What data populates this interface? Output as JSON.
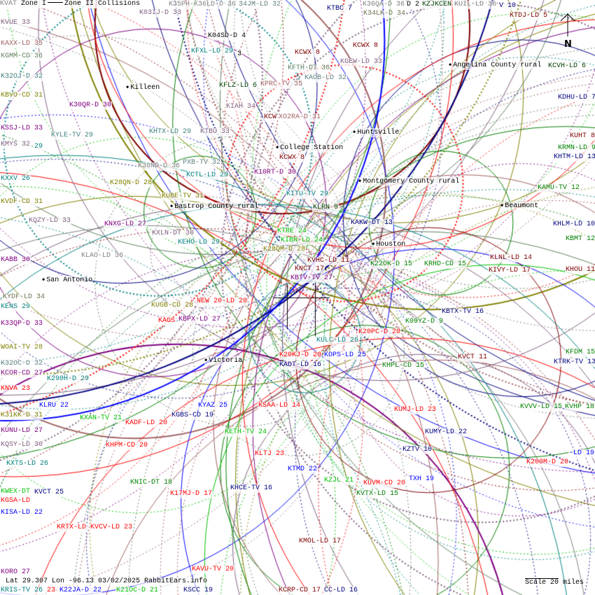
{
  "legend": {
    "first": "KVAT",
    "zone1": "Zone I",
    "zone2": "Zone II Collisions"
  },
  "footer": {
    "coords": "Lat 29.307 Lon -96.13 03/02/2025 RabbitEars.info",
    "scale": "Scale 20 miles"
  },
  "north_label": "N",
  "colors": {
    "brown": "#800000",
    "red": "#ff0000",
    "green": "#008000",
    "lime": "#00c000",
    "navy": "#000080",
    "blue": "#0000ff",
    "purple": "#800080",
    "olive": "#808000",
    "teal": "#008080",
    "gray": "#808080",
    "mauve": "#806080",
    "rose": "#a06060",
    "sage": "#608060",
    "black": "#000000"
  },
  "cities": [
    "Killeen",
    "Huntsville",
    "College Station",
    "Angelina County rural",
    "Montgomery County rural",
    "Bastrop County rural",
    "Beaumont",
    "Houston",
    "San Antonio",
    "Victoria"
  ],
  "stations": [
    {
      "text": "KVUE 33",
      "color": "#806080"
    },
    {
      "text": "KAXX-LD 35",
      "color": "#a06060"
    },
    {
      "text": "KGMM-CD 36",
      "color": "#608060"
    },
    {
      "text": "K32OJ-D 32",
      "color": "#408080"
    },
    {
      "text": "KBVO-CD 31",
      "color": "#808000"
    },
    {
      "text": "K30QR-D 30",
      "color": "#800080"
    },
    {
      "text": "KSSJ-LD 33",
      "color": "#800080"
    },
    {
      "text": "KYLE-TV 29",
      "color": "#408080"
    },
    {
      "text": "KMYS 32",
      "color": "#806080"
    },
    {
      "text": "29",
      "color": "#008080"
    },
    {
      "text": "KHTX-LD 29",
      "color": "#408080"
    },
    {
      "text": "KTBU 33",
      "color": "#806080"
    },
    {
      "text": "K36ND-D 36",
      "color": "#808080"
    },
    {
      "text": "PXB-TV 32",
      "color": "#608080"
    },
    {
      "text": "KCTL-LD 29",
      "color": "#008080"
    },
    {
      "text": "K28QN-D 28",
      "color": "#808000"
    },
    {
      "text": "KUBE-TV 31",
      "color": "#808000"
    },
    {
      "text": "KXXV 26",
      "color": "#008080"
    },
    {
      "text": "KVDF-CD 31",
      "color": "#808000"
    },
    {
      "text": "KQZY-LD 33",
      "color": "#806080"
    },
    {
      "text": "KNXG-LD 27",
      "color": "#800080"
    },
    {
      "text": "KXLN-DT 30",
      "color": "#806080"
    },
    {
      "text": "KEHO-LD 29",
      "color": "#008080"
    },
    {
      "text": "KLAO-LD 36",
      "color": "#808080"
    },
    {
      "text": "KABB 30",
      "color": "#800080"
    },
    {
      "text": "KYDF-LD 34",
      "color": "#707050"
    },
    {
      "text": "KENS 29",
      "color": "#008080"
    },
    {
      "text": "K33QP-D 33",
      "color": "#800080"
    },
    {
      "text": "KUGB-CD 28",
      "color": "#808000"
    },
    {
      "text": "NEW 20-LD 20",
      "color": "#ff0000"
    },
    {
      "text": "KAGS",
      "color": "#ff0000"
    },
    {
      "text": "KBPX-LD 27",
      "color": "#800080"
    },
    {
      "text": "WOAI-TV 28",
      "color": "#808000"
    },
    {
      "text": "K32OC-D 32",
      "color": "#608080"
    },
    {
      "text": "KCOR-CD 27",
      "color": "#800080"
    },
    {
      "text": "K290H-D 29",
      "color": "#008080"
    },
    {
      "text": "KNVA 23",
      "color": "#ff0000"
    },
    {
      "text": "KLRU 22",
      "color": "#0000ff"
    },
    {
      "text": "K31KK-D 31",
      "color": "#808000"
    },
    {
      "text": "KXAN-TV 21",
      "color": "#00c000"
    },
    {
      "text": "KADF-LD 20",
      "color": "#ff0000"
    },
    {
      "text": "KGBS-CD 19",
      "color": "#000080"
    },
    {
      "text": "KYAZ 25",
      "color": "#0000ff"
    },
    {
      "text": "KUNU-LD 27",
      "color": "#800080"
    },
    {
      "text": "KQSY-LD 30",
      "color": "#806080"
    },
    {
      "text": "KHPM-CD 20",
      "color": "#ff0000"
    },
    {
      "text": "KXTS-LD 26",
      "color": "#008080"
    },
    {
      "text": "KETH-TV 24",
      "color": "#00c000"
    },
    {
      "text": "KSAA-LD 14",
      "color": "#ff0000"
    },
    {
      "text": "KLTJ 23",
      "color": "#ff0000"
    },
    {
      "text": "KNIC-DT 18",
      "color": "#008000"
    },
    {
      "text": "KWEX-DT",
      "color": "#00c000"
    },
    {
      "text": "KGSA-LD",
      "color": "#ff0000"
    },
    {
      "text": "KVCT 25",
      "color": "#000080"
    },
    {
      "text": "K17MJ-D 17",
      "color": "#ff0000"
    },
    {
      "text": "KHCE-TV 16",
      "color": "#000080"
    },
    {
      "text": "KTMD 22",
      "color": "#0000ff"
    },
    {
      "text": "KZJL 21",
      "color": "#00c000"
    },
    {
      "text": "KUVM-CD 20",
      "color": "#ff0000"
    },
    {
      "text": "TXH 19",
      "color": "#0000ff"
    },
    {
      "text": "KVTX-LD 15",
      "color": "#008000"
    },
    {
      "text": "KISA-LD 22",
      "color": "#0000ff"
    },
    {
      "text": "KRTX-LD",
      "color": "#ff0000"
    },
    {
      "text": "KVCV-LD 23",
      "color": "#ff0000"
    },
    {
      "text": "KMOL-LD 17",
      "color": "#800000"
    },
    {
      "text": "KAVU-TV 20",
      "color": "#ff0000"
    },
    {
      "text": "KORO 27",
      "color": "#800080"
    },
    {
      "text": "KRIS-TV 26",
      "color": "#008080"
    },
    {
      "text": "23",
      "color": "#ff0000"
    },
    {
      "text": "K22JA-D 22",
      "color": "#0000ff"
    },
    {
      "text": "K21OC-D 21",
      "color": "#00c000"
    },
    {
      "text": "KSCC 19",
      "color": "#000080"
    },
    {
      "text": "KCRP-CD 17",
      "color": "#800000"
    },
    {
      "text": "CC-LD 16",
      "color": "#000080"
    },
    {
      "text": "K03IJ-D 33",
      "color": "#806080"
    },
    {
      "text": "K35PH-K36LD-D 36",
      "color": "#808080"
    },
    {
      "text": "34JM-LD 32",
      "color": "#608080"
    },
    {
      "text": "K04SD-D 4",
      "color": "#000000"
    },
    {
      "text": "KFXL-LD 29",
      "color": "#008080"
    },
    {
      "text": "3",
      "color": "#000000"
    },
    {
      "text": "KFLZ-LD 6",
      "color": "#004000"
    },
    {
      "text": "KPRC-TV 35",
      "color": "#a06060"
    },
    {
      "text": "KIAH 34",
      "color": "#806080"
    },
    {
      "text": "KCW",
      "color": "#800000"
    },
    {
      "text": "XO2RA-D 31",
      "color": "#a06060"
    },
    {
      "text": "KCWX 8",
      "color": "#800000"
    },
    {
      "text": "K10RT-D 30",
      "color": "#800080"
    },
    {
      "text": "KITU-TV 29",
      "color": "#008080"
    },
    {
      "text": "KLRN 9",
      "color": "#004000"
    },
    {
      "text": "KTRE 24",
      "color": "#00c000"
    },
    {
      "text": "KIBN-LD 24",
      "color": "#00c000"
    },
    {
      "text": "K28QM-D 28",
      "color": "#808000"
    },
    {
      "text": "KVHC-LD 11",
      "color": "#800000"
    },
    {
      "text": "KNCT 17",
      "color": "#800000"
    },
    {
      "text": "KBTV-TV 27",
      "color": "#800080"
    },
    {
      "text": "KAKW-DT 13",
      "color": "#000080"
    },
    {
      "text": "K22OK-D 15",
      "color": "#008000"
    },
    {
      "text": "KRHD-CD 15",
      "color": "#008000"
    },
    {
      "text": "KLNL-LD 14",
      "color": "#800000"
    },
    {
      "text": "KIVY-LD 17",
      "color": "#800000"
    },
    {
      "text": "KHLM-LD 10",
      "color": "#000080"
    },
    {
      "text": "KBMT 12",
      "color": "#008000"
    },
    {
      "text": "KHOU 11",
      "color": "#800000"
    },
    {
      "text": "KBTX-TV 16",
      "color": "#000080"
    },
    {
      "text": "K09YZ-D 9",
      "color": "#008000"
    },
    {
      "text": "K20PC-D 20",
      "color": "#ff0000"
    },
    {
      "text": "KULC-LD 26",
      "color": "#008080"
    },
    {
      "text": "K20KJ-D 20",
      "color": "#ff0000"
    },
    {
      "text": "KOPS-LD 25",
      "color": "#0000ff"
    },
    {
      "text": "KADT-LD 16",
      "color": "#000080"
    },
    {
      "text": "KHPL-CD 15",
      "color": "#008000"
    },
    {
      "text": "KVCT 11",
      "color": "#800000"
    },
    {
      "text": "KFDM 15",
      "color": "#008000"
    },
    {
      "text": "KTRK-TV 13",
      "color": "#000080"
    },
    {
      "text": "KVVV-LD 15",
      "color": "#008000"
    },
    {
      "text": "KVHP 18",
      "color": "#008000"
    },
    {
      "text": "KUMJ-LD 23",
      "color": "#ff0000"
    },
    {
      "text": "KUMY-LD 22",
      "color": "#000080"
    },
    {
      "text": "KZTV 10",
      "color": "#000080"
    },
    {
      "text": "K200M-D 20",
      "color": "#ff0000"
    },
    {
      "text": "-LD 19",
      "color": "#0000ff"
    },
    {
      "text": "KTBC 7",
      "color": "#000080"
    },
    {
      "text": "K36QA-D 36",
      "color": "#808080"
    },
    {
      "text": "D 2",
      "color": "#000000"
    },
    {
      "text": "KZJKCEN",
      "color": "#004000"
    },
    {
      "text": "KUIL-LD 36",
      "color": "#808080"
    },
    {
      "text": "V 10",
      "color": "#000080"
    },
    {
      "text": "K34LK-D 34",
      "color": "#707050"
    },
    {
      "text": "KTDJ-LD 5",
      "color": "#800000"
    },
    {
      "text": "KCWX 8",
      "color": "#800000"
    },
    {
      "text": "KCWX 8",
      "color": "#800000"
    },
    {
      "text": "KFTH-DT 36",
      "color": "#608060"
    },
    {
      "text": "KGEW-LD 33",
      "color": "#806080"
    },
    {
      "text": "KAOB-LD 32",
      "color": "#608080"
    },
    {
      "text": "KCVH-LD 6",
      "color": "#004000"
    },
    {
      "text": "KDHU-LD 7",
      "color": "#000080"
    },
    {
      "text": "KUHT 8",
      "color": "#800000"
    },
    {
      "text": "KRMN-LD 9",
      "color": "#008000"
    },
    {
      "text": "KHTM-LD 13",
      "color": "#000080"
    },
    {
      "text": "KAMU-TV 12",
      "color": "#008000"
    }
  ]
}
